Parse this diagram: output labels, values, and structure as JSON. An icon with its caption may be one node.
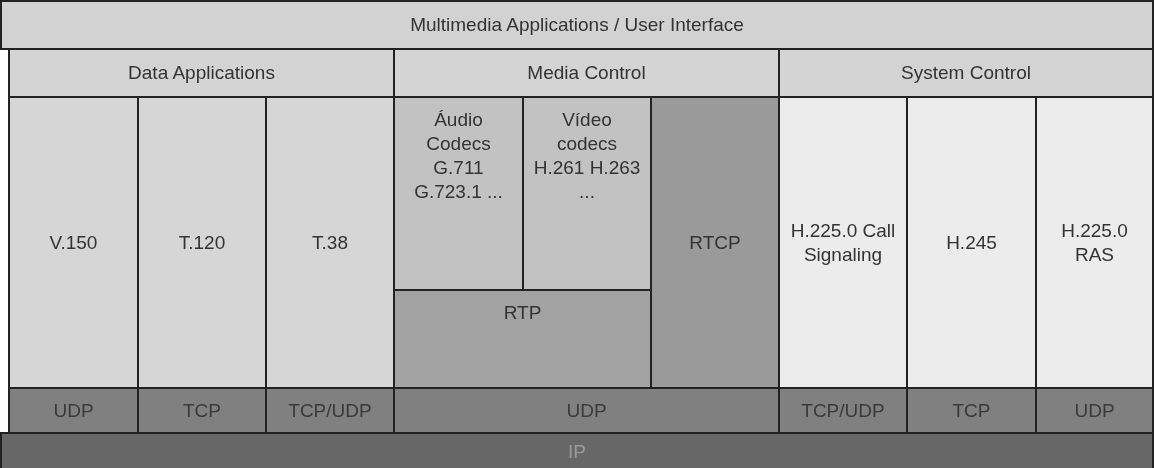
{
  "diagram": {
    "nodes": [
      {
        "text": [
          "Multimedia Applications / User Interface"
        ]
      },
      {
        "text": [
          "Data Applications"
        ]
      },
      {
        "text": [
          "Media Control"
        ]
      },
      {
        "text": [
          "System Control"
        ]
      },
      {
        "text": [
          "V.150"
        ]
      },
      {
        "text": [
          "T.120"
        ]
      },
      {
        "text": [
          "T.38"
        ]
      },
      {
        "text": [
          "Áudio Codecs G.711 G.723.1 ..."
        ]
      },
      {
        "text": [
          "Vídeo codecs H.261 H.263 ..."
        ]
      },
      {
        "text": [
          "RTCP"
        ]
      },
      {
        "text": [
          "H.225.0 Call Signaling"
        ]
      },
      {
        "text": [
          "H.245"
        ]
      },
      {
        "text": [
          "H.225.0 RAS"
        ]
      },
      {
        "text": [
          "RTP"
        ]
      },
      {
        "text": [
          "UDP"
        ]
      },
      {
        "text": [
          "TCP"
        ]
      },
      {
        "text": [
          "TCP/UDP"
        ]
      },
      {
        "text": [
          "UDP"
        ]
      },
      {
        "text": [
          "TCP/UDP"
        ]
      },
      {
        "text": [
          "TCP"
        ]
      },
      {
        "text": [
          "UDP"
        ]
      },
      {
        "text": [
          "IP"
        ]
      }
    ]
  }
}
